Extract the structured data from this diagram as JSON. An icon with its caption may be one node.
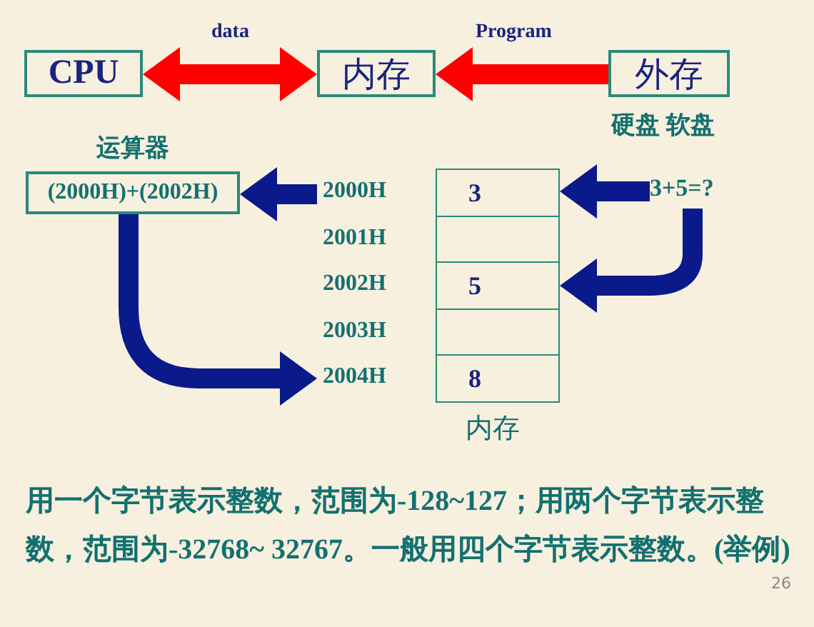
{
  "diagram": {
    "nodes": [
      {
        "text": [
          "CPU"
        ]
      },
      {
        "text": [
          "内存"
        ]
      },
      {
        "text": [
          "外存"
        ],
        "beside": [
          "硬盘 软盘"
        ]
      },
      {
        "text": [
          "运算器",
          "(2000H)+(2002H)"
        ]
      },
      {
        "text": [
          "内存"
        ]
      },
      {
        "text": [
          "3"
        ],
        "in": 4,
        "beside": [
          "2000H"
        ]
      },
      {
        "text": [],
        "shape": "box",
        "in": 4,
        "beside": [
          "2001H"
        ]
      },
      {
        "text": [
          "5"
        ],
        "in": 4,
        "beside": [
          "2002H"
        ]
      },
      {
        "text": [],
        "shape": "box",
        "in": 4,
        "beside": [
          "2003H"
        ]
      },
      {
        "text": [
          "8"
        ],
        "in": 4,
        "beside": [
          "2004H"
        ]
      },
      {
        "text": [
          "3+5=?"
        ]
      }
    ],
    "edges": [
      {
        "from": 0,
        "to": 1,
        "arrow": "both",
        "label": "data",
        "color": "#ff0000"
      },
      {
        "from": 2,
        "to": 1,
        "arrow": "to",
        "label": "Program",
        "color": "#ff0000"
      },
      {
        "from": 10,
        "to": 5,
        "arrow": "to"
      },
      {
        "from": 10,
        "to": 7,
        "arrow": "to"
      },
      {
        "from": 5,
        "to": 3,
        "arrow": "to"
      },
      {
        "from": 3,
        "to": 9,
        "arrow": "to"
      }
    ],
    "labels": [
      "用一个字节表示整数，范围为-128~127；用两个字节表示整数，范围为-32768~ 32767。一般用四个字节表示整数。(举例)",
      "26"
    ]
  }
}
